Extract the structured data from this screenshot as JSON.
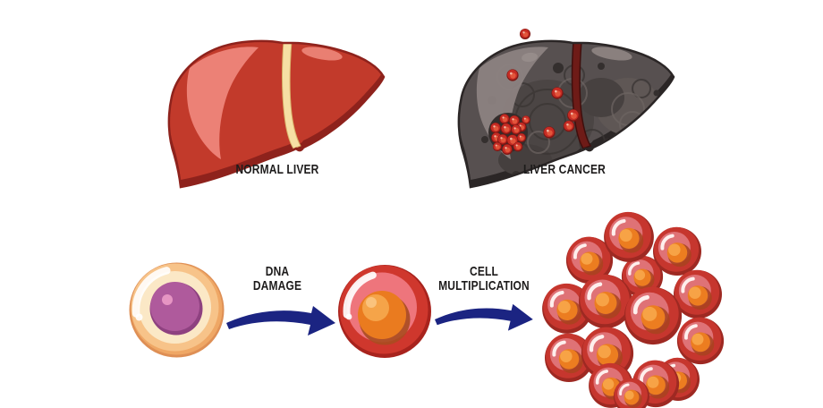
{
  "scene": {
    "background": "#FFFFFF",
    "comparison": {
      "normal_liver_label": "NORMAL LIVER",
      "liver_cancer_label": "LIVER CANCER",
      "normal_liver_illustration": "healthy-red-liver",
      "liver_cancer_illustration": "dark-cancerous-liver-with-red-tumor-cells"
    },
    "process": {
      "step1_label_line1": "DNA",
      "step1_label_line2": "DAMAGE",
      "step2_label_line1": "CELL",
      "step2_label_line2": "MULTIPLICATION",
      "start_illustration": "normal-cell-with-purple-nucleus",
      "middle_illustration": "damaged-red-cell-with-orange-nucleus",
      "end_illustration": "tumor-cell-cluster"
    },
    "palette": {
      "label_text": "#1D1B1B",
      "arrow_blue": "#1B2482",
      "normal_liver_body": "#C23A2B",
      "normal_liver_shadow": "#8E221C",
      "normal_liver_highlight": "#EC8176",
      "ligament_normal": "#F6DFA4",
      "cancer_liver_body": "#575050",
      "cancer_liver_outline": "#2B2626",
      "cancer_liver_highlight": "#8C8281",
      "ligament_cancer": "#6E1B17",
      "tumor_red": "#C6362E",
      "tumor_inner_pink": "#DF7276",
      "normal_cell_outer": "#F7C389",
      "normal_cell_inner": "#FBE8C6",
      "normal_cell_nucleus": "#AF5A9C",
      "damaged_cell_outer": "#CF372D",
      "damaged_cell_inner": "#EE757C",
      "damaged_cell_nucleus": "#EA7B1F"
    }
  }
}
